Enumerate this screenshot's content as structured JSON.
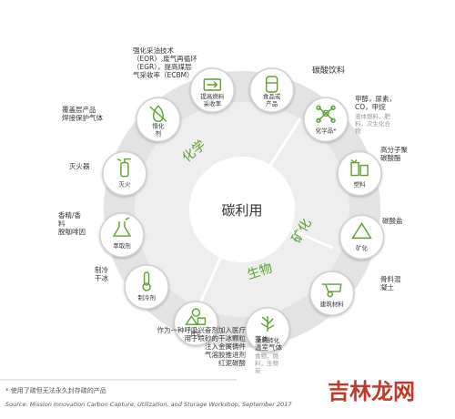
{
  "center": {
    "title": "碳利用"
  },
  "arcs": {
    "chemistry": "化学",
    "mineral": "矿化",
    "biology": "生物"
  },
  "nodes": [
    {
      "id": "fuel",
      "label": "提高燃料\n采收率",
      "icon": "oil-pump-icon"
    },
    {
      "id": "food",
      "label": "食品或\n产品",
      "icon": "bottle-icon"
    },
    {
      "id": "chem",
      "label": "化学品*",
      "icon": "molecule-icon"
    },
    {
      "id": "plastic",
      "label": "塑料",
      "icon": "plastic-icon"
    },
    {
      "id": "mineral",
      "label": "矿化",
      "icon": "triangle-icon"
    },
    {
      "id": "building",
      "label": "建筑材料",
      "icon": "wheelbarrow-icon"
    },
    {
      "id": "bio",
      "label": "生物转化",
      "icon": "algae-icon"
    },
    {
      "id": "other",
      "label": "其它",
      "icon": "shapes-icon"
    },
    {
      "id": "cool",
      "label": "制冷剂",
      "icon": "thermometer-icon"
    },
    {
      "id": "extract",
      "label": "萃取剂",
      "icon": "flask-icon"
    },
    {
      "id": "fire",
      "label": "灭火",
      "icon": "extinguisher-icon"
    },
    {
      "id": "inert",
      "label": "惰化\n剂",
      "icon": "no-fire-icon"
    }
  ],
  "outer_labels": {
    "eor": "强化采油技术\n（EOR）,废气再循环\n（EGR），提高煤层\n气采收率（ECBM）",
    "beverage": "碳酸饮料",
    "methanol": "甲醇，尿素，\nCO，甲烷",
    "methanol_sub": "液体燃料，肥\n料，次生化合\n物",
    "polymer": "高分子聚\n碳酸酯",
    "carbonate": "碳酸盐",
    "concrete": "骨料混\n凝土",
    "algae": "藻类\n温室气体",
    "algae_sub": "食物，燃\n料，生物\n炭",
    "other_uses": "作为一种呼吸兴奋剂加入医疗\n用于喷砂的干冰颗粒\n注入金属铸件\n气溶胶推进剂\n红泥碳酸",
    "cool": "制冷\n干冰",
    "spice": "香精/香\n料\n脱咖啡因",
    "fire_ext": "灭火器",
    "welding": "覆盖层产品\n焊接保护气体"
  },
  "footnote": "* 使用了碳但无法永久封存碳的产品",
  "source": "Source: Mission Innovation Carbon Capture, Utilization, and Storage Workshop, September 2017",
  "watermark": "吉林龙网",
  "colors": {
    "green": "#5aa02c",
    "ring": "#dcdcdc",
    "circleBorder": "#cfcfcf"
  }
}
